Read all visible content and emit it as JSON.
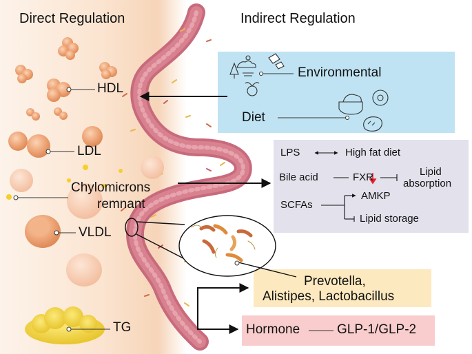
{
  "headers": {
    "direct": "Direct Regulation",
    "indirect": "Indirect Regulation"
  },
  "lipids": {
    "hdl": "HDL",
    "ldl": "LDL",
    "chylomicrons_line1": "Chylomicrons",
    "chylomicrons_line2": "remnant",
    "vldl": "VLDL",
    "tg": "TG"
  },
  "env_box": {
    "environmental": "Environmental",
    "diet": "Diet"
  },
  "mech_box": {
    "lps": "LPS",
    "high_fat_diet": "High fat diet",
    "bile_acid": "Bile acid",
    "fxr": "FXR",
    "lipid_absorption_line1": "Lipid",
    "lipid_absorption_line2": "absorption",
    "scfas": "SCFAs",
    "amkp": "AMKP",
    "lipid_storage": "Lipid storage"
  },
  "bacteria_box": {
    "line1": "Prevotella,",
    "line2": "Alistipes, Lactobacillus"
  },
  "hormone_box": {
    "hormone": "Hormone",
    "glp": "GLP-1/GLP-2"
  },
  "colors": {
    "left_gradient": "#f7d9bd",
    "env_box": "#bfe3f3",
    "mech_box": "#e3e1ec",
    "bacteria_box": "#fde9bf",
    "hormone_box": "#f9cdcd",
    "intestine": "#d9828f",
    "lipid": "#eea577",
    "tg_fat": "#f3d54a",
    "down_arrow": "#e0232b"
  }
}
